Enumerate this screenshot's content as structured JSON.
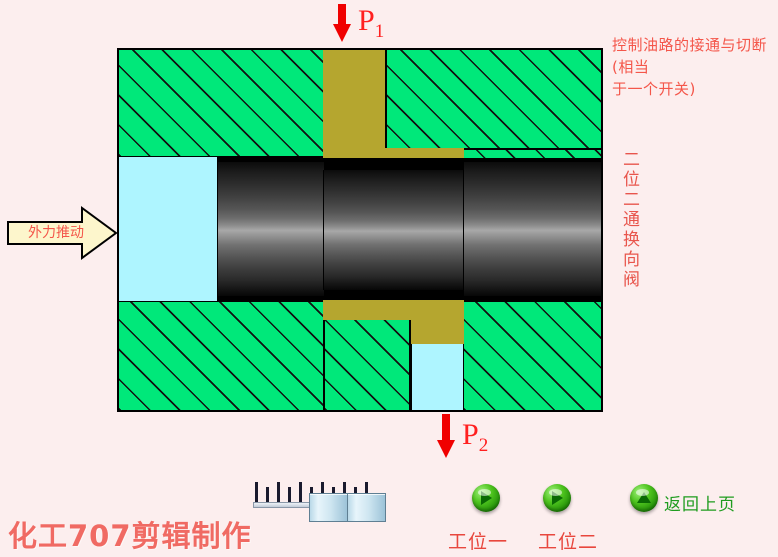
{
  "diagram": {
    "title_note": "控制油路的接通与切断(相当\n于一个开关)",
    "vertical_label": "二位二通换向阀",
    "force_arrow_label": "外力推动",
    "port_top_label": "P",
    "port_top_sub": "1",
    "port_bottom_label": "P",
    "port_bottom_sub": "2",
    "colors": {
      "background": "#fceeee",
      "body_green": "#00e87a",
      "port_olive": "#b5a62f",
      "fluid_cyan": "#aef5ff",
      "accent_red": "#f4564a",
      "arrow_red": "#f00000",
      "button_green": "#4fc51f",
      "back_text_green": "#1f9c1f"
    }
  },
  "controls": {
    "station_one": "工位一",
    "station_two": "工位二",
    "back_label": "返回上页",
    "play_icon": "play-triangle-icon",
    "back_icon": "up-triangle-icon"
  },
  "watermark": {
    "text": "化工707剪辑制作"
  }
}
